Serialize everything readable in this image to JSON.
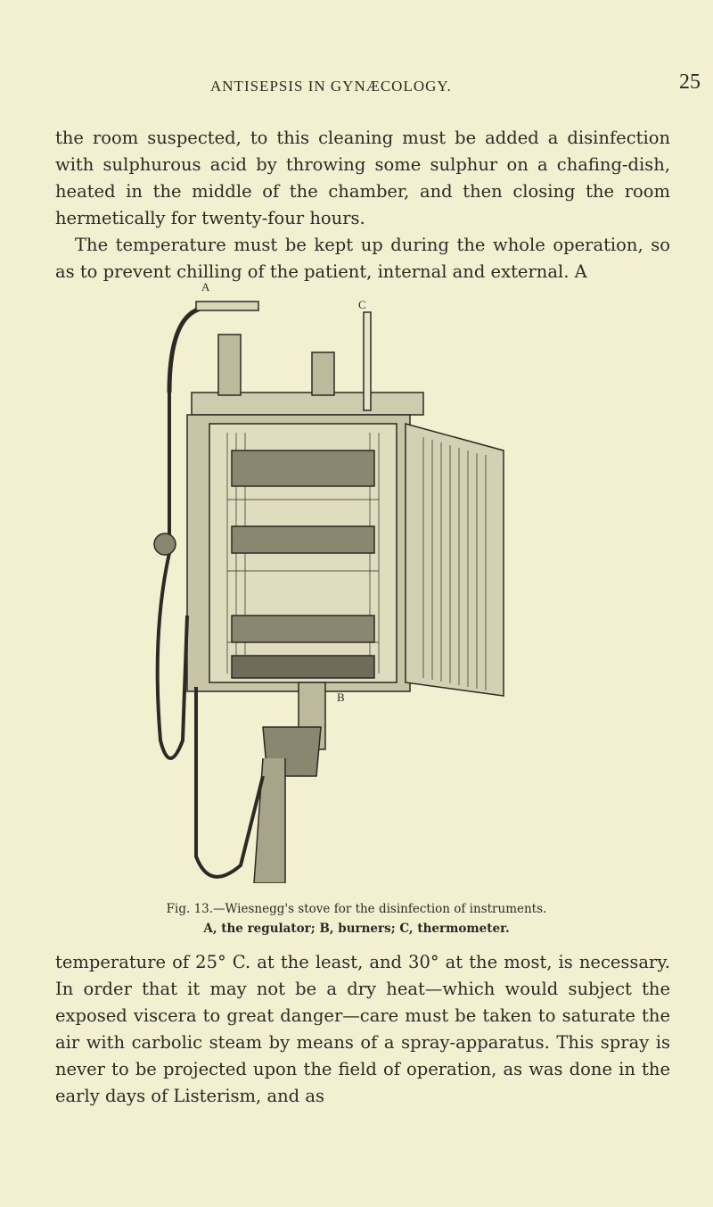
{
  "header": {
    "running_title": "ANTISEPSIS IN GYNÆCOLOGY.",
    "page_number": "25"
  },
  "paragraph_1": {
    "text_a": "the room suspected, to this cleaning must be added a disinfection with sulphurous acid by throwing some sulphur on a chafing-dish, heated in the middle of the chamber, and then closing the room hermetically for twenty-four hours.",
    "text_b": "The temperature must be kept up during the whole operation, so as to prevent chilling of the patient, internal and external. A"
  },
  "figure": {
    "labels": {
      "a": "A",
      "b": "B",
      "c": "C"
    },
    "caption_line_1": "Fig. 13.—Wiesnegg's stove for the disinfection of instruments.",
    "caption_line_2": "A, the regulator; B, burners; C, thermometer."
  },
  "paragraph_2": {
    "text": "temperature of 25° C. at the least, and 30° at the most, is necessary. In order that it may not be a dry heat—which would subject the exposed viscera to great danger—care must be taken to saturate the air with carbolic steam by means of a spray-apparatus. This spray is never to be projected upon the field of operation, as was done in the early days of Listerism, and as"
  }
}
